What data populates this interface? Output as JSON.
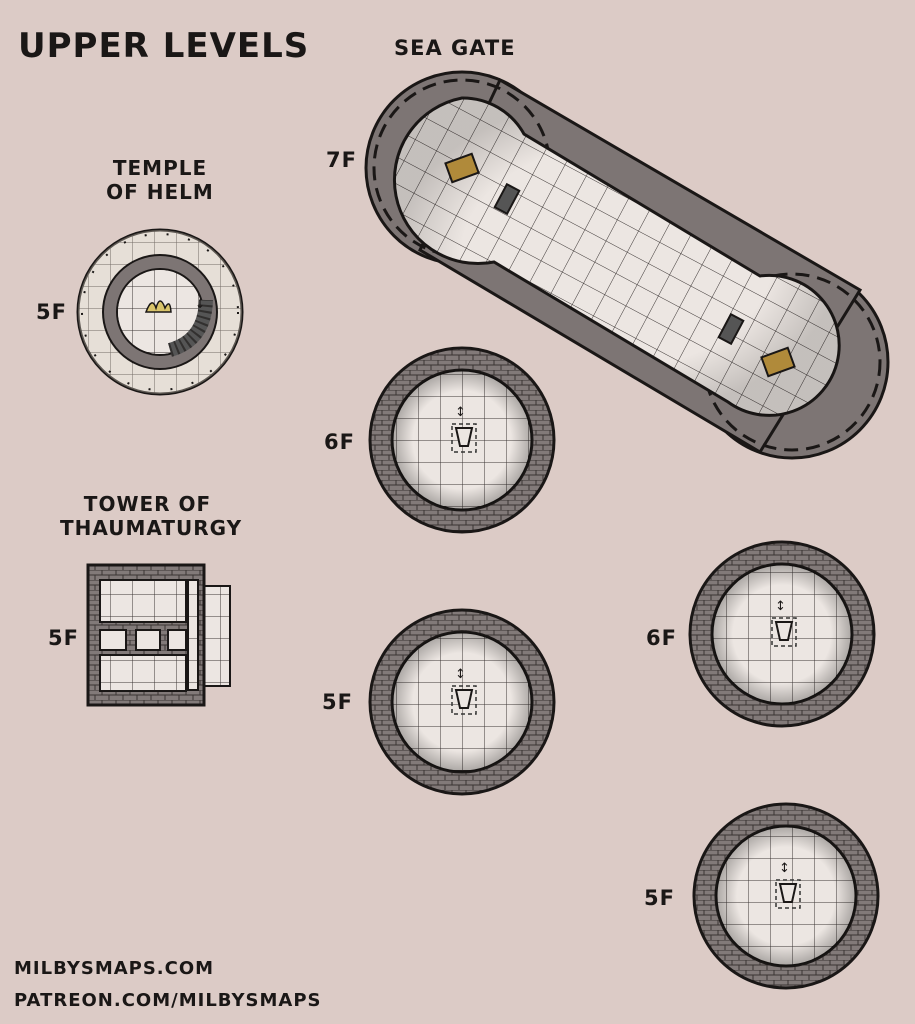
{
  "title": "UPPER LEVELS",
  "sections": {
    "sea_gate": "SEA GATE",
    "temple_line1": "TEMPLE",
    "temple_line2": "OF HELM",
    "tower_line1": "TOWER OF",
    "tower_line2": "THAUMATURGY"
  },
  "floors": {
    "sea_gate_top": "7F",
    "temple": "5F",
    "tower": "5F",
    "round_a_upper": "6F",
    "round_a_lower": "5F",
    "round_b_upper": "6F",
    "round_b_lower": "5F"
  },
  "footer": {
    "site": "MILBYSMAPS.COM",
    "patreon": "PATREON.COM/MILBYSMAPS"
  },
  "colors": {
    "background": "#dccbc6",
    "floor": "#ece6e2",
    "wall_stone": "#7d7574",
    "ink": "#1a1716",
    "chest": "#b08a3a"
  }
}
